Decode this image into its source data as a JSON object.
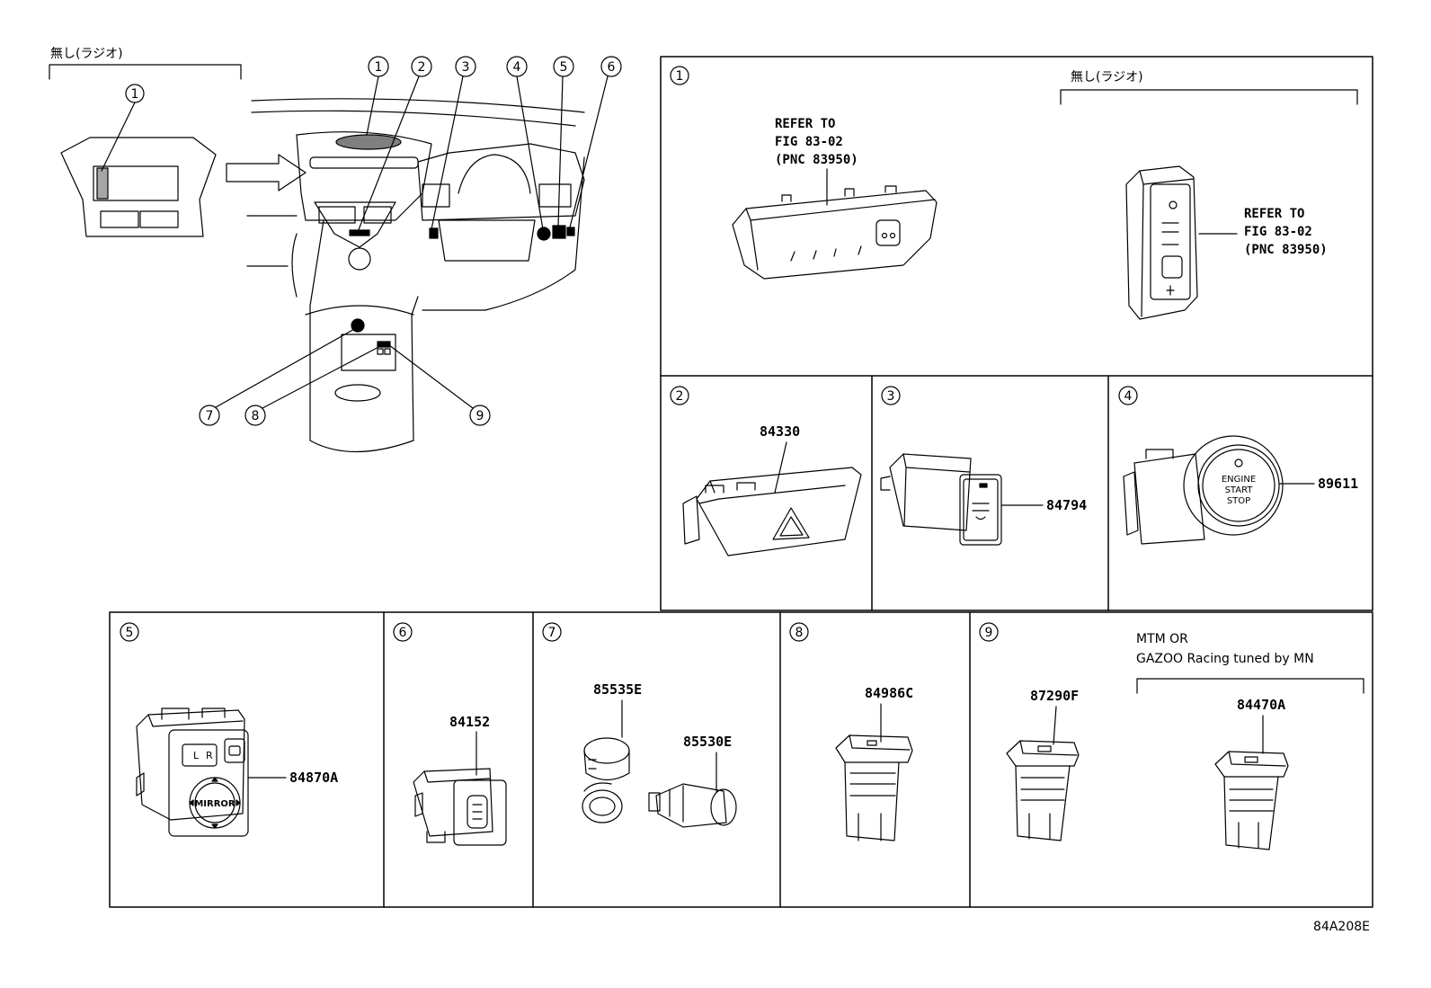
{
  "overview": {
    "variant_label": "無し(ラジオ)",
    "inset_callout": "1",
    "callouts": [
      "1",
      "2",
      "3",
      "4",
      "5",
      "6",
      "7",
      "8",
      "9"
    ]
  },
  "panels": {
    "p1": {
      "callout": "1",
      "variant_label": "無し(ラジオ)",
      "refer_left": [
        "REFER TO",
        "FIG 83-02",
        "(PNC 83950)"
      ],
      "refer_right": [
        "REFER TO",
        "FIG 83-02",
        "(PNC 83950)"
      ]
    },
    "p2": {
      "callout": "2",
      "part": "84330"
    },
    "p3": {
      "callout": "3",
      "part": "84794"
    },
    "p4": {
      "callout": "4",
      "part": "89611",
      "button_text": [
        "ENGINE",
        "START",
        "STOP"
      ]
    },
    "p5": {
      "callout": "5",
      "part": "84870A",
      "button_text": "MIRROR",
      "switch_labels": [
        "L",
        "R"
      ]
    },
    "p6": {
      "callout": "6",
      "part": "84152"
    },
    "p7": {
      "callout": "7",
      "part_a": "85535E",
      "part_b": "85530E"
    },
    "p8": {
      "callout": "8",
      "part": "84986C"
    },
    "p9": {
      "callout": "9",
      "part_a": "87290F",
      "part_b": "84470A",
      "note": [
        "MTM OR",
        "GAZOO Racing tuned by MN"
      ]
    }
  },
  "figure_id": "84A208E"
}
